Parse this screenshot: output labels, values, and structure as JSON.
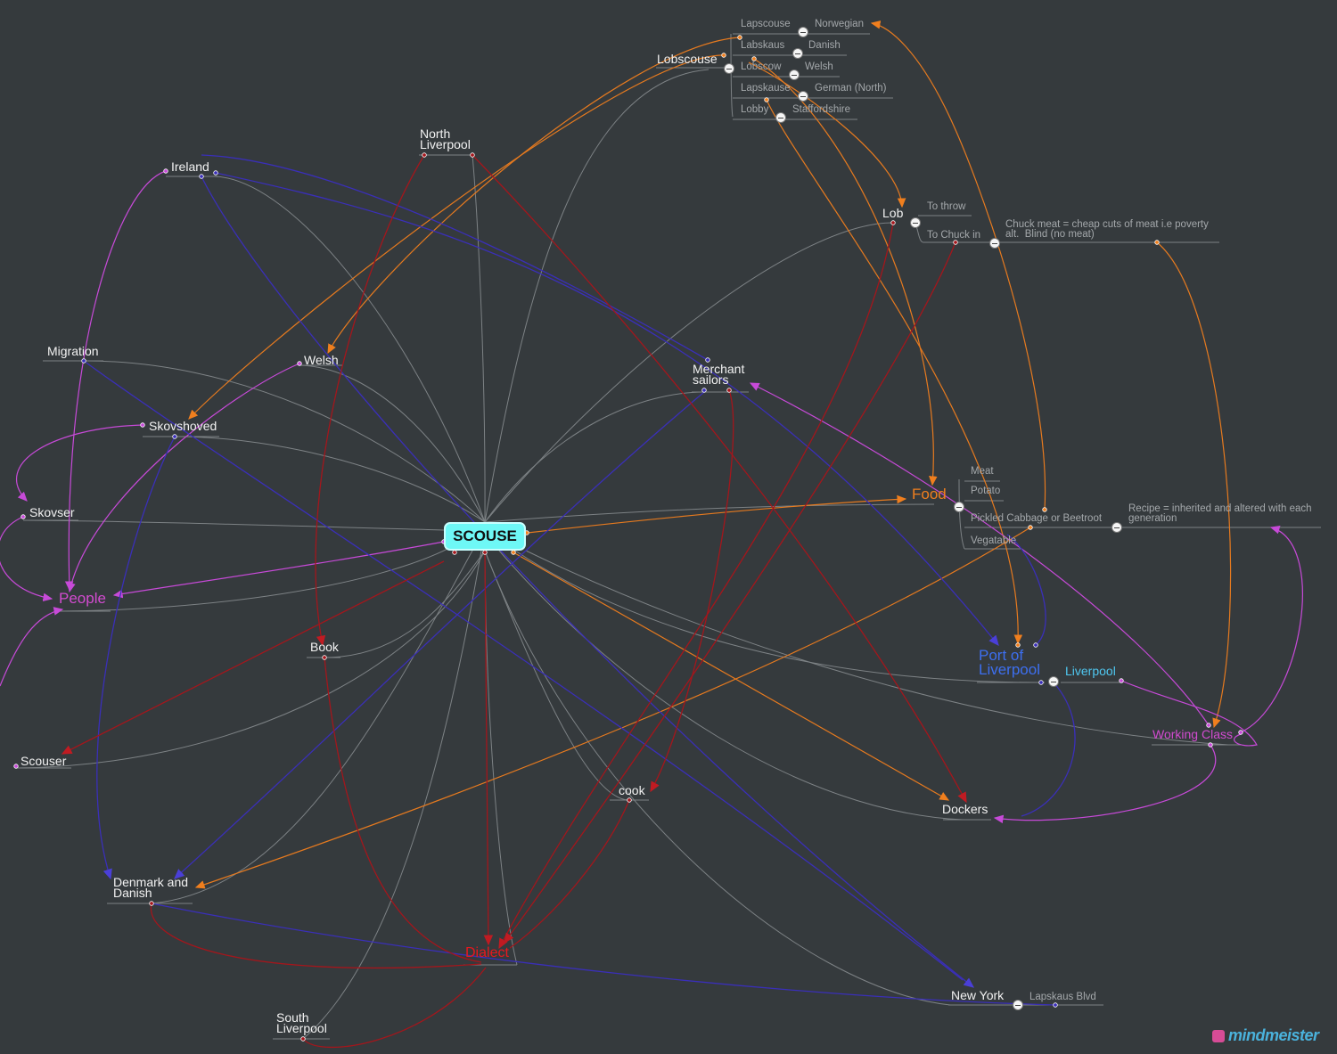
{
  "central": {
    "label": "SCOUSE"
  },
  "nodes": {
    "lobscouse": "Lobscouse",
    "lapscouse": "Lapscouse",
    "norwegian": "Norwegian",
    "labskaus": "Labskaus",
    "danish": "Danish",
    "lobscow": "Lobscow",
    "welsh_lang": "Welsh",
    "lapskause": "Lapskause",
    "german_north": "German (North)",
    "lobby": "Lobby",
    "staffordshire": "Staffordshire",
    "north_liverpool": "North\nLiverpool",
    "ireland": "Ireland",
    "lob": "Lob",
    "to_throw": "To throw",
    "to_chuck_in": "To Chuck in",
    "chuck_meat": "Chuck meat = cheap cuts of meat i.e poverty\nalt.  Blind (no meat)",
    "migration": "Migration",
    "welsh": "Welsh",
    "merchant_sailors": "Merchant\nsailors",
    "skovshoved": "Skovshoved",
    "food": "Food",
    "meat": "Meat",
    "potato": "Potato",
    "pickled": "Pickled Cabbage or Beetroot",
    "recipe": "Recipe = inherited and altered with each\ngeneration",
    "vegatable": "Vegatable",
    "skovser": "Skovser",
    "people": "People",
    "book": "Book",
    "port_of_liverpool": "Port of\nLiverpool",
    "liverpool": "Liverpool",
    "working_class": "Working Class",
    "scouser": "Scouser",
    "cook": "cook",
    "dockers": "Dockers",
    "denmark": "Denmark and\nDanish",
    "dialect": "Dialect",
    "new_york": "New York",
    "lapskaus_blvd": "Lapskaus Blvd",
    "south_liverpool": "South\nLiverpool"
  },
  "colors": {
    "background": "#353a3d",
    "central_fill": "#6ef8f6",
    "gray_line": "#7d8285",
    "people_magenta": "#d24bd0",
    "food_orange": "#f07f1e",
    "port_blue": "#3d6ff0",
    "navy_link": "#3a2fb8",
    "liverpool_cyan": "#4fc7f0",
    "dialect_red": "#e8181e",
    "dark_red_link": "#a3161c"
  },
  "branding": {
    "logo_text": "mindmeister"
  }
}
